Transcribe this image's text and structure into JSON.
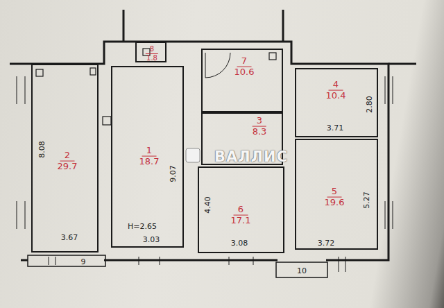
{
  "diagram": {
    "nodes": [
      {
        "text": [
          "8",
          "1.8"
        ]
      },
      {
        "text": [
          "7",
          "10.6"
        ]
      },
      {
        "text": [
          "2",
          "29.7"
        ]
      },
      {
        "text": [
          "1",
          "18.7"
        ]
      },
      {
        "text": [
          "4",
          "10.4"
        ]
      },
      {
        "text": [
          "3",
          "8.3"
        ]
      },
      {
        "text": [
          "6",
          "17.1"
        ]
      },
      {
        "text": [
          "5",
          "19.6"
        ]
      }
    ],
    "labels": [
      "8.08",
      "3.67",
      "9.07",
      "H=2.65",
      "3.03",
      "2.80",
      "3.71",
      "4.40",
      "3.08",
      "5.27",
      "3.72",
      "9",
      "10",
      "ВАЛЛИС"
    ]
  }
}
